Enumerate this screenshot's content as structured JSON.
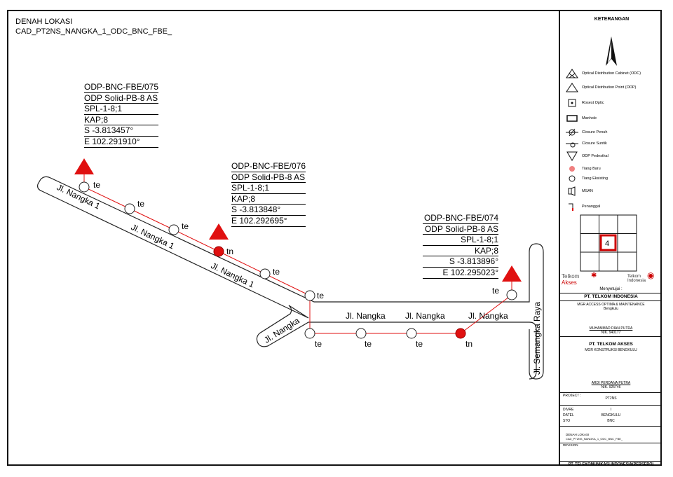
{
  "title": {
    "line1": "DENAH LOKASI",
    "line2": "CAD_PT2NS_NANGKA_1_ODC_BNC_FBE_"
  },
  "odp_boxes": [
    {
      "lines": [
        "ODP-BNC-FBE/075",
        "ODP Solid-PB-8 AS",
        "SPL-1-8;1",
        "KAP;8",
        "S  -3.813457°",
        "E 102.291910°"
      ]
    },
    {
      "lines": [
        "ODP-BNC-FBE/076",
        "ODP Solid-PB-8 AS",
        "SPL-1-8;1",
        "KAP;8",
        "S  -3.813848°",
        "E 102.292695°"
      ]
    },
    {
      "lines": [
        "ODP-BNC-FBE/074",
        "ODP Solid-PB-8 AS",
        "SPL-1-8;1",
        "KAP;8",
        "S  -3.813896°",
        "E 102.295023°"
      ]
    }
  ],
  "roads": {
    "nangka1_a": "Jl. Nangka 1",
    "nangka1_b": "Jl. Nangka 1",
    "nangka1_c": "Jl. Nangka 1",
    "nangka_a": "Jl. Nangka",
    "nangka_b": "Jl. Nangka",
    "nangka_c": "Jl. Nangka",
    "nangka_d": "Jl. Nangka",
    "semangka": "Jl. Semangka Raya"
  },
  "poles": {
    "existing": "te",
    "new": "tn"
  },
  "legend": {
    "title": "KETERANGAN",
    "items": [
      {
        "icon": "odc-icon",
        "label": "Optical Distribution Cabinet (ODC)"
      },
      {
        "icon": "odp-triangle-icon",
        "label": "Optical Distribution Point (ODP)"
      },
      {
        "icon": "roset-icon",
        "label": "Rosest Optic"
      },
      {
        "icon": "manhole-icon",
        "label": "Manhole"
      },
      {
        "icon": "closure-penuh-icon",
        "label": "Closure Penuh"
      },
      {
        "icon": "closure-suntik-icon",
        "label": "Closure Suntik"
      },
      {
        "icon": "odp-pedestal-icon",
        "label": "ODP Pedesthal"
      },
      {
        "icon": "tiang-baru-icon",
        "label": "Tiang Baru"
      },
      {
        "icon": "tiang-eksisting-icon",
        "label": "Tiang Eksisting"
      },
      {
        "icon": "msan-icon",
        "label": "MSAN"
      },
      {
        "icon": "penanggal-icon",
        "label": "Penanggal"
      }
    ],
    "grid_number": "4",
    "logo_left": "Telkom",
    "logo_left_sub": "Akses",
    "logo_right": "Telkom",
    "logo_right_sub": "Indonesia",
    "approved": "Menyetujui :",
    "company1": "PT. TELKOM INDONESIA",
    "company1_sub": "MGR ACCESS OPTIMA & MAINTENANCE",
    "company1_loc": "Bengkulu",
    "person1": "MUHAMMAD DIAN PUTRA",
    "person1_nik": "NIK. 940177",
    "company2": "PT. TELKOM AKSES",
    "company2_sub": "MGR KONSTRUKSI BENGKULU",
    "person2": "ARDI PERDANA PUTRA",
    "person2_nik": "NIK. 925746",
    "project_label": "PROJECT :",
    "project_value": "PT2NS",
    "divre_label": "DIVRE",
    "divre_value": "I",
    "datel_label": "DATEL",
    "datel_value": "BENGKULU",
    "sto_label": "STO",
    "sto_value": "BNC",
    "drawing_title": "DENAH LOKASI",
    "drawing_file": "CAD_PT2NS_NANGKA_1_ODC_BNC_FBE_",
    "revisi": "REVISION",
    "footer": "PT. TELEKOMUNIKASI INDONESIA(PERSERO)"
  }
}
